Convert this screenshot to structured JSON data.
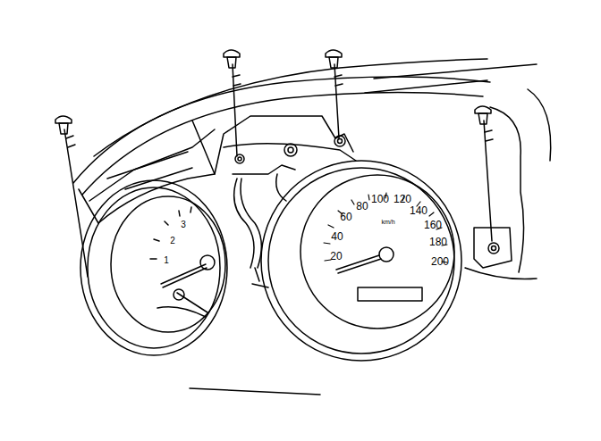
{
  "diagram": {
    "labels": [
      "1",
      "2",
      "3",
      "20",
      "40",
      "60",
      "80",
      "100",
      "120",
      "140",
      "160",
      "180",
      "200",
      "km/h"
    ]
  }
}
